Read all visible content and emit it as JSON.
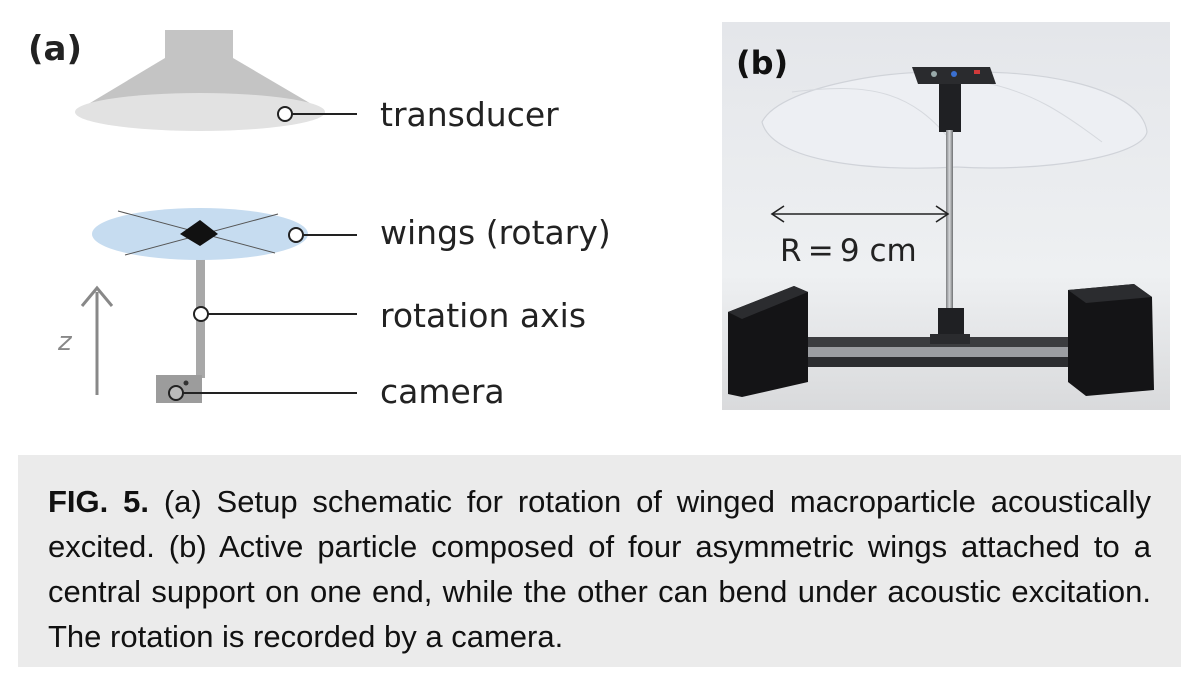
{
  "panel_a": {
    "label": "(a)",
    "labels": {
      "transducer": "transducer",
      "wings": "wings (rotary)",
      "axis": "rotation axis",
      "camera": "camera",
      "z": "z"
    }
  },
  "panel_b": {
    "label": "(b)",
    "dimension": "R = 9 cm"
  },
  "caption": {
    "fig_label": "FIG. 5.",
    "lines": [
      " (a) Setup schematic for rotation of winged macroparticle acoustically",
      "excited. (b) Active particle composed of four asymmetric wings attached to a",
      "central support on one end, while the other can bend under acoustic excitation.",
      "The rotation is recorded by a camera."
    ]
  },
  "colors": {
    "transducer_fill": "#c9c9c9",
    "wing_fill": "#c6dcf0",
    "axis": "#a8a8a8",
    "caption_bg": "#ebebeb",
    "photo_bg": "#ecedf0"
  }
}
